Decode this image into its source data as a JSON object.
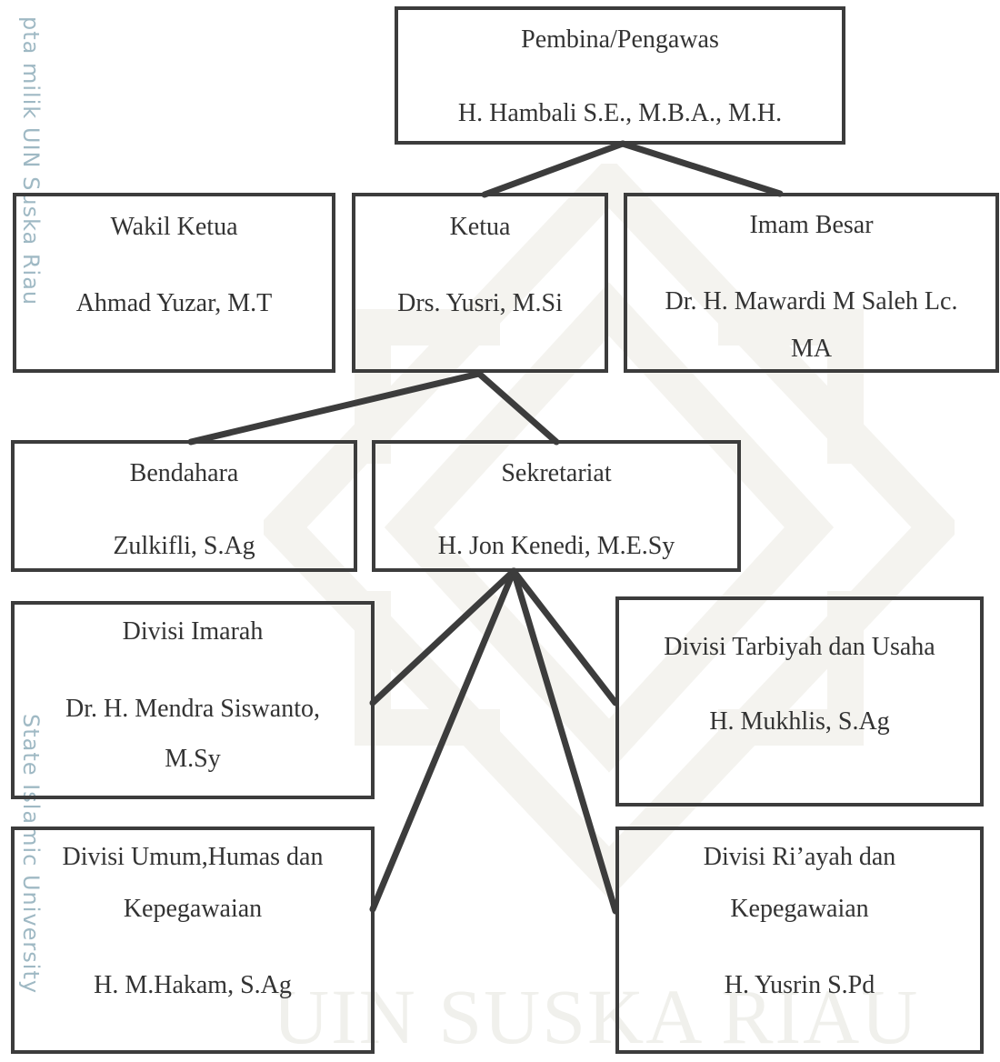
{
  "watermark": {
    "side_text_top": "pta milik UIN Suska Riau",
    "side_text_bottom": "State Islamic University",
    "bottom_text": "UIN SUSKA RIAU"
  },
  "chart": {
    "pembina": {
      "title": "Pembina/Pengawas",
      "name": "H. Hambali S.E., M.B.A., M.H."
    },
    "wakil_ketua": {
      "title": "Wakil Ketua",
      "name": "Ahmad Yuzar, M.T"
    },
    "ketua": {
      "title": "Ketua",
      "name": "Drs. Yusri, M.Si"
    },
    "imam_besar": {
      "title": "Imam Besar",
      "name_line1": "Dr. H. Mawardi M Saleh Lc.",
      "name_line2": "MA"
    },
    "bendahara": {
      "title": "Bendahara",
      "name": "Zulkifli, S.Ag"
    },
    "sekretariat": {
      "title": "Sekretariat",
      "name": "H. Jon Kenedi, M.E.Sy"
    },
    "divisi_imarah": {
      "title": "Divisi Imarah",
      "name_line1": "Dr. H. Mendra Siswanto,",
      "name_line2": "M.Sy"
    },
    "divisi_tarbiyah": {
      "title": "Divisi Tarbiyah dan Usaha",
      "name": "H. Mukhlis, S.Ag"
    },
    "divisi_umum": {
      "title_line1": "Divisi Umum,Humas dan",
      "title_line2": "Kepegawaian",
      "name": "H. M.Hakam, S.Ag"
    },
    "divisi_riayah": {
      "title_line1": "Divisi Ri’ayah dan",
      "title_line2": "Kepegawaian",
      "name": "H. Yusrin S.Pd"
    }
  }
}
